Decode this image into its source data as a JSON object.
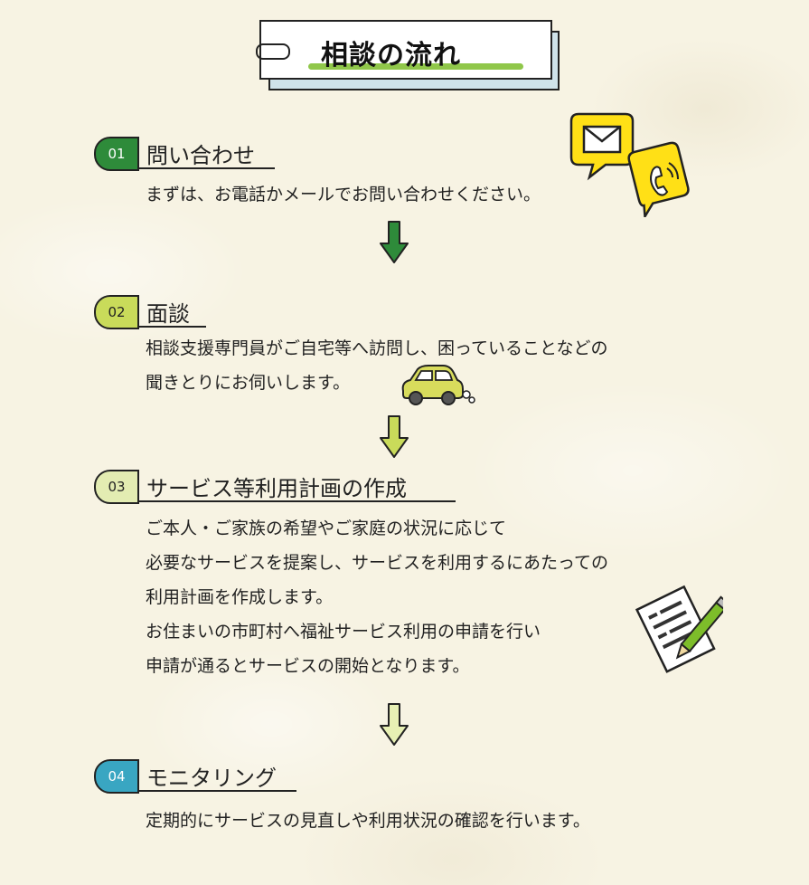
{
  "title": "相談の流れ",
  "colors": {
    "step1": "#2e8b3a",
    "step2": "#c9db5a",
    "step3": "#e3ecb2",
    "step4": "#39a6c2",
    "arrow1": "#2e8b3a",
    "arrow2": "#c9db5a",
    "arrow3": "#e7f0b4"
  },
  "steps": [
    {
      "number": "01",
      "title": "問い合わせ",
      "lines": [
        "まずは、お電話かメールでお問い合わせください。"
      ],
      "icon": "mail-phone-icon"
    },
    {
      "number": "02",
      "title": "面談",
      "lines": [
        "相談支援専門員がご自宅等へ訪問し、困っていることなどの",
        "聞きとりにお伺いします。"
      ],
      "icon": "car-icon"
    },
    {
      "number": "03",
      "title": "サービス等利用計画の作成",
      "lines": [
        "ご本人・ご家族の希望やご家庭の状況に応じて",
        "必要なサービスを提案し、サービスを利用するにあたっての",
        "利用計画を作成します。",
        "お住まいの市町村へ福祉サービス利用の申請を行い",
        "申請が通るとサービスの開始となります。"
      ],
      "icon": "document-pen-icon"
    },
    {
      "number": "04",
      "title": "モニタリング",
      "lines": [
        "定期的にサービスの見直しや利用状況の確認を行います。"
      ],
      "icon": ""
    }
  ]
}
